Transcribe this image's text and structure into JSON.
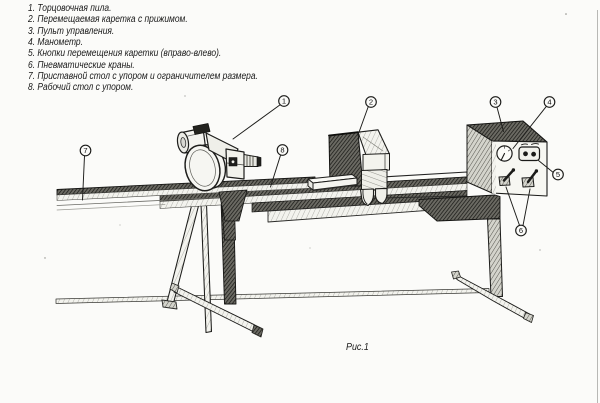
{
  "page": {
    "background_color": "#fbfbf9",
    "ink_color": "#1c1c1c",
    "caption": "Рис.1"
  },
  "legend": {
    "items": [
      "1. Торцовочная пила.",
      "2. Перемещаемая каретка с прижимом.",
      "3. Пульт управления.",
      "4. Манометр.",
      "5. Кнопки перемещения каретки (вправо-влево).",
      "6. Пневматические краны.",
      "7. Приставной стол с упором и ограничителем размера.",
      "8. Рабочий стол с упором."
    ]
  },
  "callouts": [
    {
      "num": "1"
    },
    {
      "num": "2"
    },
    {
      "num": "3"
    },
    {
      "num": "4"
    },
    {
      "num": "5"
    },
    {
      "num": "6"
    },
    {
      "num": "7"
    },
    {
      "num": "8"
    }
  ]
}
